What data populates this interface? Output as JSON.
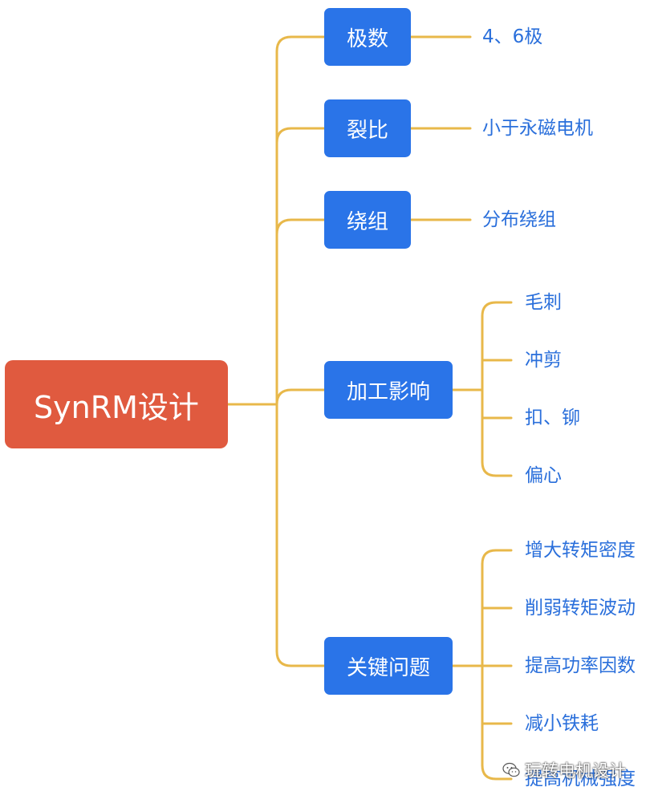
{
  "root": {
    "label": "SynRM设计"
  },
  "branches": [
    {
      "label": "极数",
      "children": [
        "4、6极"
      ]
    },
    {
      "label": "裂比",
      "children": [
        "小于永磁电机"
      ]
    },
    {
      "label": "绕组",
      "children": [
        "分布绕组"
      ]
    },
    {
      "label": "加工影响",
      "children": [
        "毛刺",
        "冲剪",
        "扣、铆",
        "偏心"
      ]
    },
    {
      "label": "关键问题",
      "children": [
        "增大转矩密度",
        "削弱转矩波动",
        "提高功率因数",
        "减小铁耗",
        "提高机械强度"
      ]
    }
  ],
  "watermark": {
    "label": "玩转电机设计",
    "icon": "wechat-icon"
  },
  "colors": {
    "root": "#e05a3f",
    "branch": "#2a74e8",
    "leaf_text": "#2a6fdb",
    "connector": "#e8b84a"
  }
}
